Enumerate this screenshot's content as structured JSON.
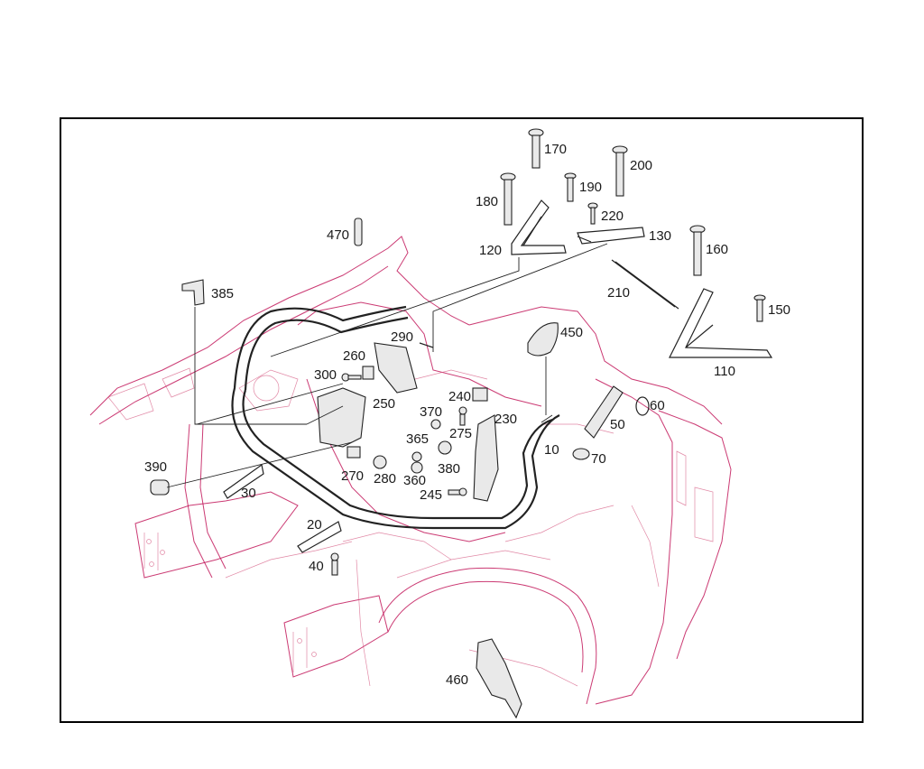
{
  "diagram": {
    "colors": {
      "body_outline": "#c2185b",
      "parts": "#222222",
      "frame": "#000000"
    },
    "callouts": {
      "c10": "10",
      "c20": "20",
      "c30": "30",
      "c40": "40",
      "c50": "50",
      "c60": "60",
      "c70": "70",
      "c110": "110",
      "c120": "120",
      "c130": "130",
      "c150": "150",
      "c160": "160",
      "c170": "170",
      "c180": "180",
      "c190": "190",
      "c200": "200",
      "c210": "210",
      "c220": "220",
      "c230": "230",
      "c240": "240",
      "c245": "245",
      "c250": "250",
      "c260": "260",
      "c270": "270",
      "c275": "275",
      "c280": "280",
      "c290": "290",
      "c300": "300",
      "c360": "360",
      "c365": "365",
      "c370": "370",
      "c380": "380",
      "c385": "385",
      "c390": "390",
      "c450": "450",
      "c460": "460",
      "c470": "470"
    }
  }
}
